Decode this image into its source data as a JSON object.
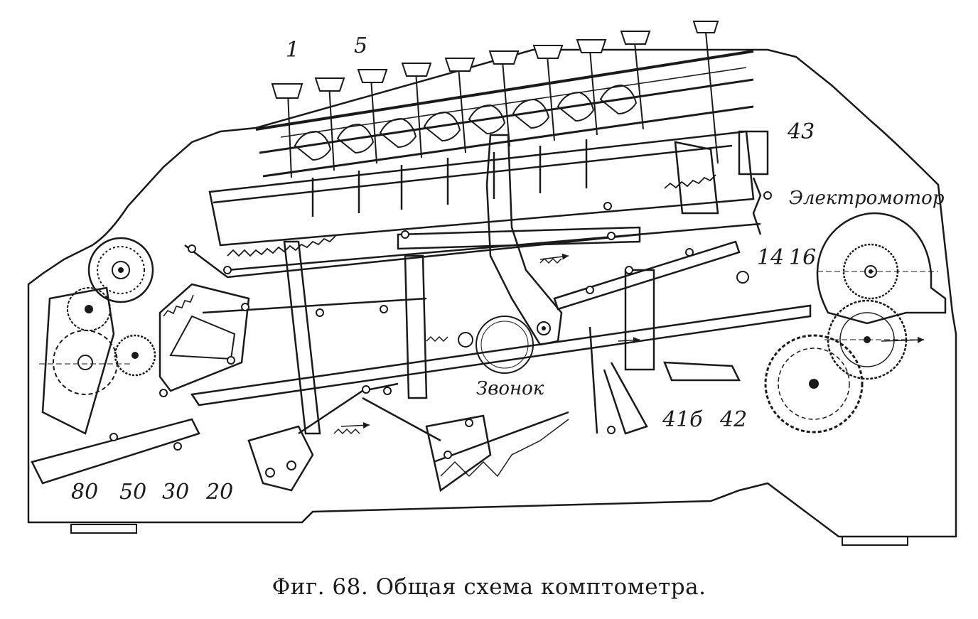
{
  "diagram": {
    "labels": {
      "l1": "1",
      "l5": "5",
      "l43": "43",
      "motor": "Электромотор",
      "l14": "14",
      "l16": "16",
      "bell": "Звонок",
      "l41b": "41б",
      "l42": "42",
      "l80": "80",
      "l50": "50",
      "l30": "30",
      "l20": "20"
    }
  },
  "caption": "Фиг. 68.  Общая схема комптометра."
}
